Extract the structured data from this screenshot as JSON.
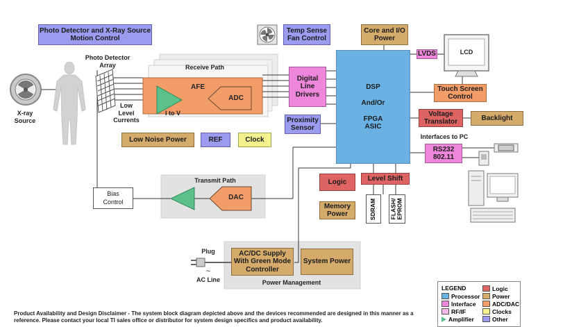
{
  "colors": {
    "processor": "#6ab2e4",
    "interface": "#ee86dc",
    "rf_if": "#f5b6e8",
    "amplifier": "#5cc08a",
    "logic": "#de6464",
    "power": "#d5ab6b",
    "adc_dac": "#f29c68",
    "clocks": "#f3f28f",
    "other": "#9b9cf0"
  },
  "blocks": {
    "motion_control": "Photo Detector and X-Ray Source\nMotion Control",
    "temp_sense": "Temp Sense\nFan Control",
    "core_io_power": "Core and I/O\nPower",
    "lvds": "LVDS",
    "lcd": "LCD",
    "receive_path": "Receive Path",
    "afe": "AFE",
    "i_to_v": "I to V",
    "adc": "ADC",
    "digital_line_drivers": "Digital\nLine\nDrivers",
    "dsp": "DSP\n\nAnd/Or\n\nFPGA\nASIC",
    "touch_screen": "Touch Screen\nControl",
    "voltage_translator": "Voltage\nTranslator",
    "backlight": "Backlight",
    "proximity_sensor": "Proximity\nSensor",
    "low_noise_power": "Low Noise Power",
    "ref": "REF",
    "clock": "Clock",
    "rs232": "RS232\n802.11",
    "logic": "Logic",
    "level_shift": "Level Shift",
    "memory_power": "Memory\nPower",
    "sdram": "SDRAM",
    "flash": "FLASH/\nEPROM",
    "bias_control": "Bias\nControl",
    "transmit_path": "Transmit Path",
    "dac": "DAC",
    "acdc_supply": "AC/DC Supply\nWith Green Mode\nController",
    "system_power": "System Power",
    "power_management": "Power Management"
  },
  "labels": {
    "photo_detector_array": "Photo Detector\nArray",
    "xray_source": "X-ray\nSource",
    "low_level_currents": "Low\nLevel\nCurrents",
    "interfaces_to_pc": "Interfaces to PC",
    "plug": "Plug",
    "ac_line": "AC Line",
    "tilde": "~"
  },
  "legend": {
    "title": "LEGEND",
    "items": {
      "processor": "Processor",
      "interface": "Interface",
      "rf_if": "RF/IF",
      "amplifier": "Amplifier",
      "logic": "Logic",
      "power": "Power",
      "adc_dac": "ADC/DAC",
      "clocks": "Clocks",
      "other": "Other"
    }
  },
  "disclaimer": "Product Availability and Design Disclaimer - The system block diagram depicted above and the devices recommended are designed in this manner as a reference.  Please contact your local TI sales office or distributor for system design specifics and product availability."
}
